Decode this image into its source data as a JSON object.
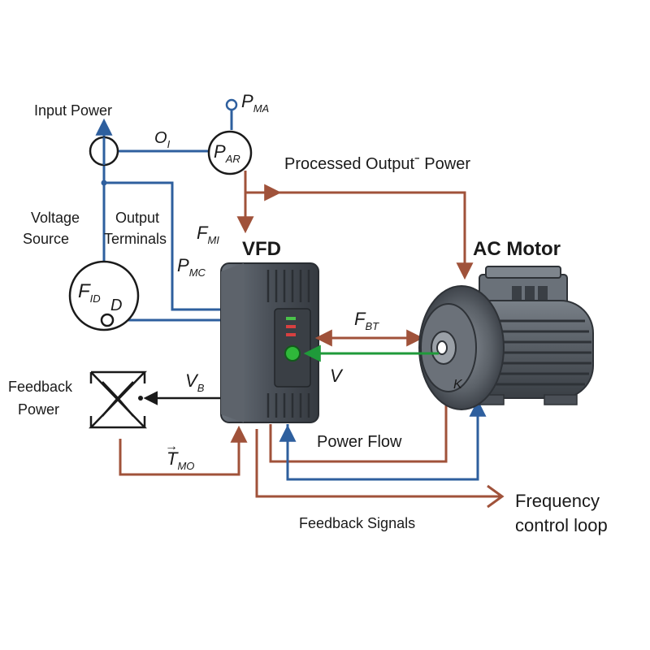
{
  "labels": {
    "input_power": "Input Power",
    "oi": "O",
    "oi_sub": "I",
    "pma": "P",
    "pma_sub": "MA",
    "par": "P",
    "par_sub": "AR",
    "processed_output_power": "Processed Outputˉ Power",
    "voltage_source_1": "Voltage",
    "voltage_source_2": "Source",
    "output_terminals_1": "Output",
    "output_terminals_2": "Terminals",
    "fmi": "F",
    "fmi_sub": "MI",
    "pmc": "P",
    "pmc_sub": "MC",
    "vfd": "VFD",
    "ac_motor": "AC Motor",
    "fid": "F",
    "fid_sub": "ID",
    "d": "D",
    "fbt": "F",
    "fbt_sub": "BT",
    "v": "V",
    "k": "K",
    "feedback_power_1": "Feedback",
    "feedback_power_2": "Power",
    "vb": "V",
    "vb_sub": "B",
    "tmo": "T",
    "tmo_sub": "MO",
    "tmo_arrow": "→",
    "power_flow": "Power Flow",
    "feedback_signals": "Feedback Signals",
    "frequency_control_loop_1": "Frequency",
    "frequency_control_loop_2": "control loop"
  },
  "colors": {
    "blue_line": "#2e5f9e",
    "brown_line": "#a0523a",
    "green_line": "#1f9a3a",
    "black_line": "#1a1a1a",
    "vfd_body": "#4a5058",
    "motor_body": "#5a6068"
  },
  "icons": {
    "vfd": "vfd-drive-icon",
    "motor": "ac-motor-icon",
    "feedback": "bowtie-feedback-icon"
  }
}
